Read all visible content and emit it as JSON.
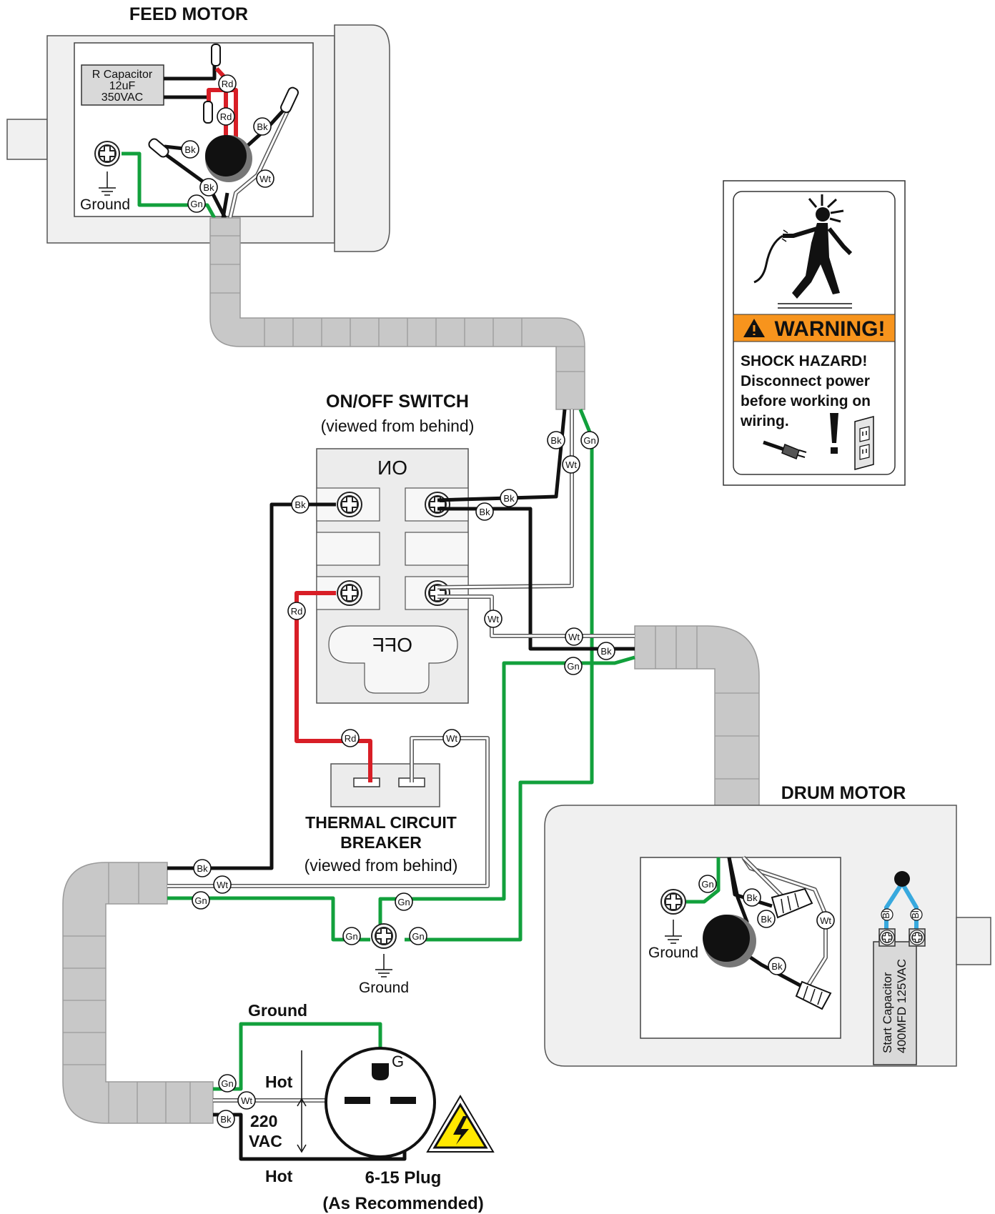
{
  "feed_motor": {
    "title": "FEED MOTOR",
    "capacitor_lines": [
      "R Capacitor",
      "12uF",
      "350VAC"
    ],
    "ground_label": "Ground"
  },
  "switch": {
    "title": "ON/OFF SWITCH",
    "subtitle": "(viewed from behind)",
    "on_text": "ON",
    "off_text": "OFF"
  },
  "breaker": {
    "title_line1": "THERMAL CIRCUIT",
    "title_line2": "BREAKER",
    "subtitle": "(viewed from behind)"
  },
  "drum_motor": {
    "title": "DRUM MOTOR",
    "ground_label": "Ground",
    "capacitor_line1": "Start Capacitor",
    "capacitor_line2": "400MFD 125VAC"
  },
  "center_ground": {
    "label": "Ground"
  },
  "plug": {
    "ground_label": "Ground",
    "hot_top": "Hot",
    "hot_bottom": "Hot",
    "voltage_line1": "220",
    "voltage_line2": "VAC",
    "g_letter": "G",
    "name_line1": "6-15 Plug",
    "name_line2": "(As Recommended)"
  },
  "warning": {
    "banner": "WARNING!",
    "line1": "SHOCK HAZARD!",
    "line2": "Disconnect power",
    "line3": "before working on",
    "line4": "wiring."
  },
  "wire_tags": {
    "black": "Bk",
    "white": "Wt",
    "green": "Gn",
    "red": "Rd",
    "blue": "Bl"
  },
  "colors": {
    "black_wire": "#111111",
    "white_wire": "#ffffff",
    "green_wire": "#12a03c",
    "red_wire": "#d81e26",
    "blue_wire": "#38a9de",
    "warning_orange": "#f7941d",
    "hazard_yellow": "#ffe800"
  }
}
